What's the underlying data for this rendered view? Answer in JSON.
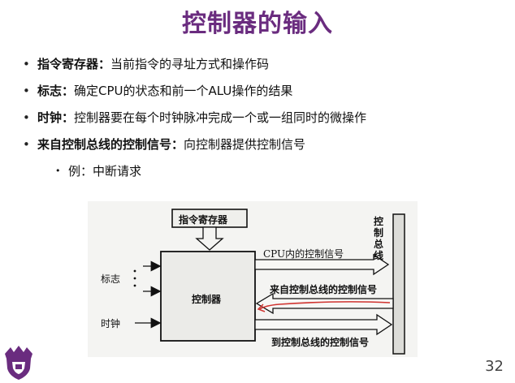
{
  "slide": {
    "title": "控制器的输入",
    "bullets": [
      {
        "term": "指令寄存器：",
        "text": "当前指令的寻址方式和操作码"
      },
      {
        "term": "标志：",
        "text": "确定CPU的状态和前一个ALU操作的结果"
      },
      {
        "term": "时钟：",
        "text": "控制器要在每个时钟脉冲完成一个或一组同时的微操作"
      },
      {
        "term": "来自控制总线的控制信号：",
        "text": "向控制器提供控制信号"
      }
    ],
    "sub_bullet": "例：中断请求",
    "bullet_glyph": "•",
    "page_number": "32"
  },
  "figure": {
    "ir_label": "指令寄存器",
    "controller_label": "控制器",
    "flags_label": "标志",
    "clock_label": "时钟",
    "bus_label": "控制总线",
    "out_cpu": "CPU内的控制信号",
    "in_bus": "来自控制总线的控制信号",
    "out_bus": "到控制总线的控制信号",
    "annotation_color": "#d0332f"
  },
  "colors": {
    "title": "#6a2c7f",
    "logo": "#6a2c7f"
  }
}
